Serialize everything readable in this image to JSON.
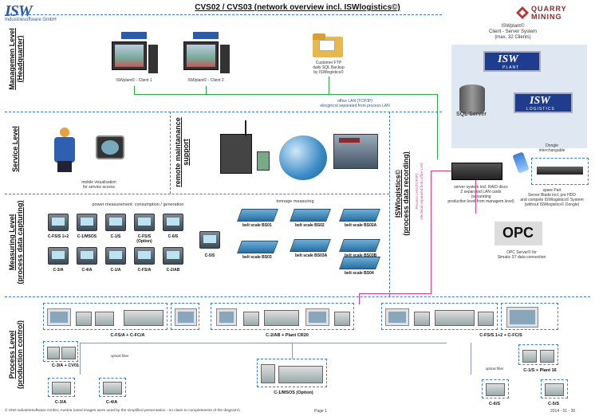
{
  "header": {
    "logo_text": "ISW",
    "logo_subtitle": "Industriesoftware GmbH",
    "title": "CVS02 / CVS03 (network overview incl. ISWlogistics©)",
    "partner_logo_l1": "QUARRY",
    "partner_logo_l2": "MINING"
  },
  "sections": {
    "management": "Managemen Level\n(Headquarter)",
    "service": "Service Level",
    "remote": "remote maintanance\nsupport",
    "measuring": "Measuring Level\n(process data capturing)",
    "isw_logistics": "ISWlogistics©\n(process data recording)",
    "process": "Process Level\n(production control)"
  },
  "management": {
    "client1": "ISWplant© - Client 1",
    "client2": "ISWplant© - Client 2",
    "ftp_l1": "Customer FTP",
    "ftp_l2": "daily SQL Backup",
    "ftp_l3": "by ISWlogistics©",
    "office_lan_l1": "office LAN (TCP/IP)",
    "office_lan_l2": "elecgtrical separated from process LAN"
  },
  "server_system": {
    "title_l1": "ISWplant©",
    "title_l2": "Client - Server System",
    "title_l3": "(max. 32 Clients)",
    "plant_logo": "ISW",
    "plant_tag": "PLANT",
    "sql": "SQL Server",
    "logistics_logo": "ISW",
    "logistics_tag": "LOGISTICS",
    "dongle_l1": "Dongle",
    "dongle_l2": "interchangable",
    "server_l1": "server system incl. RAID discs",
    "server_l2": "2 separated LAN cards",
    "server_l3": "(separating",
    "server_l4": "production level from managem.level)",
    "spare_l1": "spare Part",
    "spare_l2": "Server Blade incl. pre HDD",
    "spare_l3": "and compete ISWlogistics© System",
    "spare_l4": "(without ISWlogistics© Dongle)",
    "opc_l1": "OPC Server© for",
    "opc_l2": "Simatic S7 data connection",
    "process_lan_l1": "Process LAN (TCP/IP)",
    "process_lan_l2": "electrical separated from office LAN"
  },
  "service": {
    "caption_l1": "mobile visualisation",
    "caption_l2": "for service access"
  },
  "measuring": {
    "power_title": "power measurement: consumption / generation",
    "tonnage_title": "tonnage measuring",
    "meters_row1": [
      "C-FS/S 1+2",
      "C-1/MSOS",
      "C-1/S",
      "C-FS/S (Option)",
      "C-6/S"
    ],
    "meters_row2": [
      "C-3/A",
      "C-4/A",
      "C-1/A",
      "C-FS/A",
      "C-2/AB"
    ],
    "meter_single": "C-5/S",
    "scales": [
      "belt scale BS01",
      "belt scale BS02",
      "belt scale BS02A",
      "belt scale BS03",
      "belt scale BS03A",
      "belt scale BS03B",
      "belt scale BS04"
    ]
  },
  "process": {
    "cab_fsa": "C-FS/A + C-FC/A",
    "cab_2ab": "C-2/AB + Plant CR20",
    "cab_fss": "C-FS/S 1+2 + C-FC/S",
    "cab_3a_cv01": "C-3/A + CV01",
    "cab_msos": "C-1/MSOS (Option)",
    "cab_1s": "C-1/S + Plant 16",
    "cab_3a": "C-3/A",
    "cab_4a": "C-4/A",
    "cab_6s": "C-6/S",
    "cab_5s": "C-5/S",
    "optical_fiber_1": "optical fiber",
    "optical_fiber_2": "optical fiber"
  },
  "footer": {
    "copyright": "© ISW Industriesoftware GmbH, Austria",
    "disclaimer": "(used images were used by the simplified presentation - no claim to completeness of the diagram!)",
    "page": "Page 1",
    "date": "2014 - 01 - 30"
  }
}
